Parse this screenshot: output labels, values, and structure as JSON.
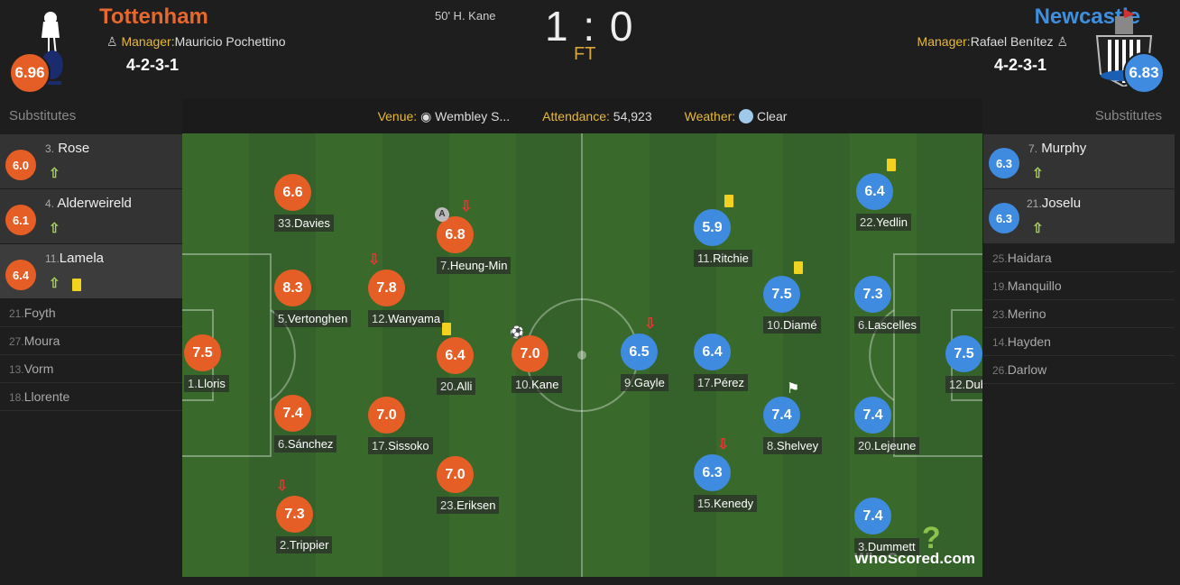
{
  "home": {
    "name": "Tottenham",
    "manager_label": "Manager:",
    "manager": "Mauricio Pochettino",
    "formation": "4-2-3-1",
    "rating": "6.96"
  },
  "away": {
    "name": "Newcastle",
    "manager_label": "Manager:",
    "manager": "Rafael Benítez",
    "formation": "4-2-3-1",
    "rating": "6.83"
  },
  "score": "1 : 0",
  "status": "FT",
  "goal_event": "50' H. Kane",
  "info": {
    "venue_label": "Venue:",
    "venue": "Wembley S...",
    "attendance_label": "Attendance:",
    "attendance": "54,923",
    "weather_label": "Weather:",
    "weather": "Clear"
  },
  "substitutes_label": "Substitutes",
  "home_subs_used": [
    {
      "num": "3.",
      "name": "Rose",
      "rating": "6.0",
      "yellow": false
    },
    {
      "num": "4.",
      "name": "Alderweireld",
      "rating": "6.1",
      "yellow": false
    },
    {
      "num": "11.",
      "name": "Lamela",
      "rating": "6.4",
      "yellow": true
    }
  ],
  "home_subs_unused": [
    {
      "num": "21.",
      "name": "Foyth"
    },
    {
      "num": "27.",
      "name": "Moura"
    },
    {
      "num": "13.",
      "name": "Vorm"
    },
    {
      "num": "18.",
      "name": "Llorente"
    }
  ],
  "away_subs_used": [
    {
      "num": "7.",
      "name": "Murphy",
      "rating": "6.3"
    },
    {
      "num": "21.",
      "name": "Joselu",
      "rating": "6.3"
    }
  ],
  "away_subs_unused": [
    {
      "num": "25.",
      "name": "Haidara"
    },
    {
      "num": "19.",
      "name": "Manquillo"
    },
    {
      "num": "23.",
      "name": "Merino"
    },
    {
      "num": "14.",
      "name": "Hayden"
    },
    {
      "num": "26.",
      "name": "Darlow"
    }
  ],
  "home_players": [
    {
      "num": "1.",
      "name": "Lloris",
      "rating": "7.5",
      "icons": []
    },
    {
      "num": "33.",
      "name": "Davies",
      "rating": "6.6",
      "icons": []
    },
    {
      "num": "5.",
      "name": "Vertonghen",
      "rating": "8.3",
      "icons": []
    },
    {
      "num": "6.",
      "name": "Sánchez",
      "rating": "7.4",
      "icons": []
    },
    {
      "num": "2.",
      "name": "Trippier",
      "rating": "7.3",
      "icons": [
        "subbed-off"
      ]
    },
    {
      "num": "12.",
      "name": "Wanyama",
      "rating": "7.8",
      "icons": [
        "subbed-off"
      ]
    },
    {
      "num": "17.",
      "name": "Sissoko",
      "rating": "7.0",
      "icons": []
    },
    {
      "num": "7.",
      "name": "Heung-Min",
      "rating": "6.8",
      "icons": [
        "assist",
        "subbed-off"
      ]
    },
    {
      "num": "20.",
      "name": "Alli",
      "rating": "6.4",
      "icons": [
        "yellow-card"
      ]
    },
    {
      "num": "23.",
      "name": "Eriksen",
      "rating": "7.0",
      "icons": []
    },
    {
      "num": "10.",
      "name": "Kane",
      "rating": "7.0",
      "icons": [
        "goal"
      ]
    }
  ],
  "away_players": [
    {
      "num": "9.",
      "name": "Gayle",
      "rating": "6.5",
      "icons": [
        "subbed-off"
      ]
    },
    {
      "num": "17.",
      "name": "Pérez",
      "rating": "6.4",
      "icons": []
    },
    {
      "num": "11.",
      "name": "Ritchie",
      "rating": "5.9",
      "icons": [
        "yellow-card"
      ]
    },
    {
      "num": "15.",
      "name": "Kenedy",
      "rating": "6.3",
      "icons": [
        "subbed-off"
      ]
    },
    {
      "num": "10.",
      "name": "Diamé",
      "rating": "7.5",
      "icons": [
        "yellow-card"
      ]
    },
    {
      "num": "8.",
      "name": "Shelvey",
      "rating": "7.4",
      "icons": [
        "corner"
      ]
    },
    {
      "num": "22.",
      "name": "Yedlin",
      "rating": "6.4",
      "icons": [
        "yellow-card"
      ]
    },
    {
      "num": "6.",
      "name": "Lascelles",
      "rating": "7.3",
      "icons": []
    },
    {
      "num": "20.",
      "name": "Lejeune",
      "rating": "7.4",
      "icons": []
    },
    {
      "num": "3.",
      "name": "Dummett",
      "rating": "7.4",
      "icons": []
    },
    {
      "num": "12.",
      "name": "Dubravka",
      "rating": "7.5",
      "icons": []
    }
  ],
  "brand": "WhoScored.com",
  "colors": {
    "home": "#e55e26",
    "away": "#3e8be0",
    "accent": "#e7b93a"
  }
}
